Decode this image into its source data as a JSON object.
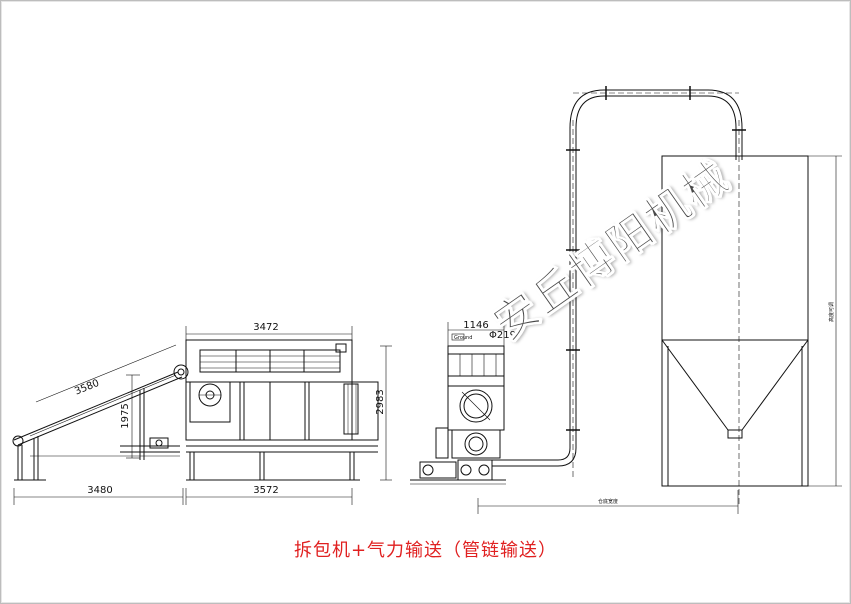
{
  "dimensions": {
    "conveyor_incline": "3580",
    "conveyor_height": "1975",
    "conveyor_base": "3480",
    "unpacker_top": "3472",
    "unpacker_base": "3572",
    "unpacker_height": "2983",
    "blower_width": "1146",
    "pipe_diameter": "Φ219",
    "silo_base_label": "仓底宽度",
    "silo_height_label": "高度可调",
    "blower_small_label": "Ground"
  },
  "caption": "拆包机+气力输送（管链输送）",
  "watermark": "安丘博阳机械"
}
